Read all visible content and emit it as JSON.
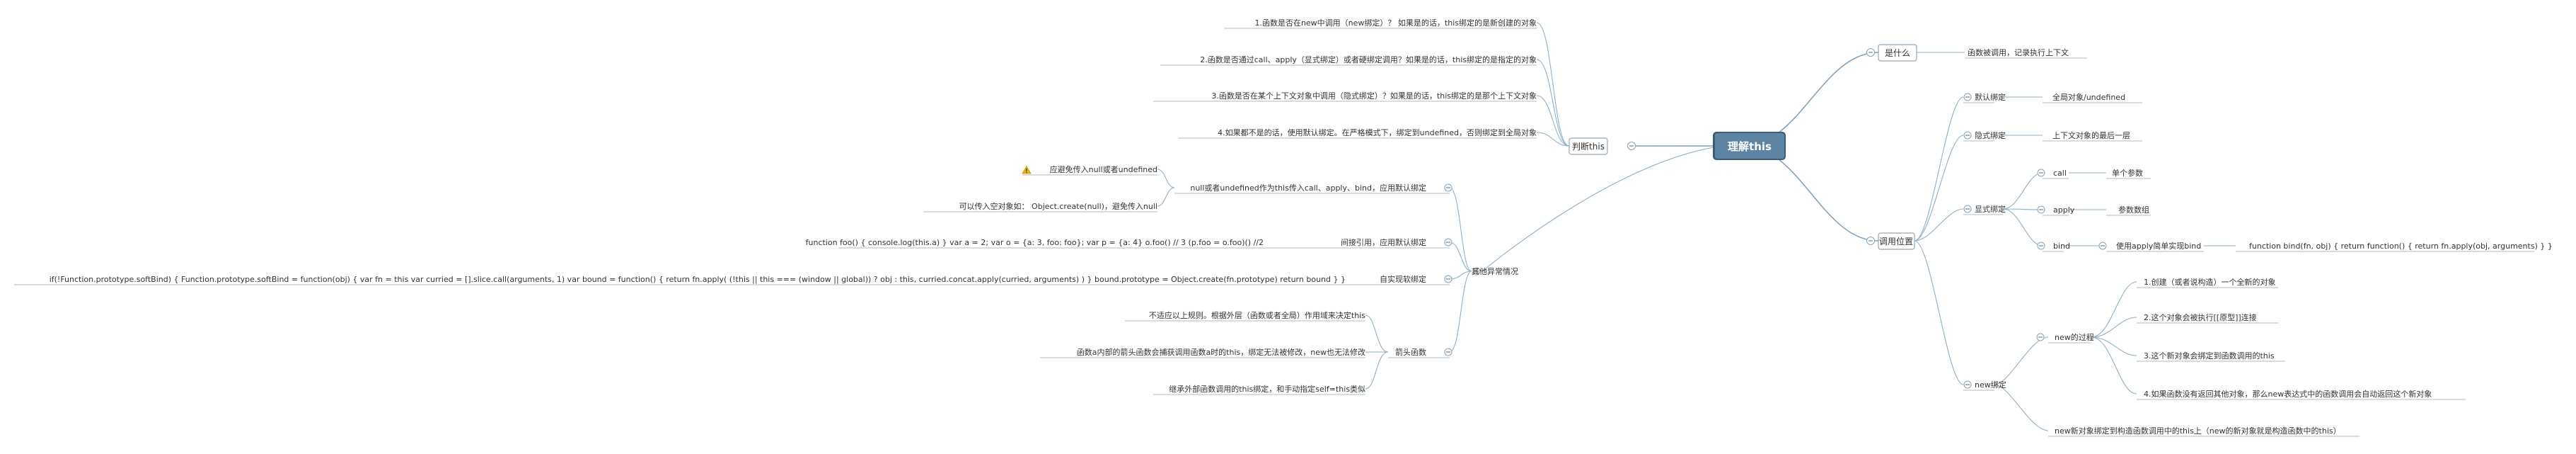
{
  "root": {
    "label": "理解this"
  },
  "right": {
    "what": {
      "label": "是什么",
      "children": [
        "函数被调用，记录执行上下文"
      ]
    },
    "position": {
      "label": "调用位置",
      "default_binding": {
        "label": "默认绑定",
        "child": "全局对象/undefined"
      },
      "implicit_binding": {
        "label": "隐式绑定",
        "child": "上下文对象的最后一层"
      },
      "explicit_binding": {
        "label": "显式绑定",
        "call": {
          "label": "call",
          "child": "单个参数"
        },
        "apply": {
          "label": "apply",
          "child": "参数数组"
        },
        "bind": {
          "label": "bind",
          "child": "使用apply简单实现bind",
          "code": "function bind(fn, obj) { return function() { return fn.apply(obj, arguments) } }"
        }
      },
      "new_binding": {
        "label": "new绑定",
        "process": {
          "label": "new的过程",
          "steps": [
            "1.创建（或者说构造）一个全新的对象",
            "2.这个对象会被执行[[原型]]连接",
            "3.这个新对象会绑定到函数调用的this",
            "4.如果函数没有返回其他对象，那么new表达式中的函数调用会自动返回这个新对象"
          ]
        },
        "result": "new新对象绑定到构造函数调用中的this上（new的新对象就是构造函数中的this）"
      }
    }
  },
  "left": {
    "judge": {
      "label": "判断this",
      "rules": [
        "1.函数是否在new中调用（new绑定）？ 如果是的话，this绑定的是新创建的对象",
        "2.函数是否通过call、apply（显式绑定）或者硬绑定调用？如果是的话，this绑定的是指定的对象",
        "3.函数是否在某个上下文对象中调用（隐式绑定）？如果是的话，this绑定的是那个上下文对象",
        "4.如果都不是的话，使用默认绑定。在严格模式下，绑定到undefined，否则绑定到全局对象"
      ]
    },
    "other": {
      "label": "其他异常情况",
      "null_case": {
        "label": "null或者undefined作为this传入call、apply、bind，应用默认绑定",
        "warning": "应避免传入null或者undefined",
        "tip": "可以传入空对象如：  Object.create(null)，避免传入null"
      },
      "indirect": {
        "label": "间接引用，应用默认绑定",
        "code": "function foo() { console.log(this.a) } var a = 2; var o = {a: 3, foo: foo}; var p = {a: 4} o.foo() // 3 (p.foo = o.foo)() //2"
      },
      "soft": {
        "label": "自实现软绑定",
        "code": "if(!Function.prototype.softBind) { Function.prototype.softBind = function(obj) { var fn = this var curried = [].slice.call(arguments, 1) var bound = function() { return fn.apply( (!this || this === (window || global)) ? obj : this, curried.concat.apply(curried, arguments) ) } bound.prototype = Object.create(fn.prototype) return bound } }"
      },
      "arrow": {
        "label": "箭头函数",
        "items": [
          "不适应以上规则。根据外层（函数或者全局）作用域来决定this",
          "函数a内部的箭头函数会捕获调用函数a时的this，绑定无法被修改，new也无法修改",
          "继承外部函数调用的this绑定，和手动指定self=this类似"
        ]
      }
    }
  }
}
